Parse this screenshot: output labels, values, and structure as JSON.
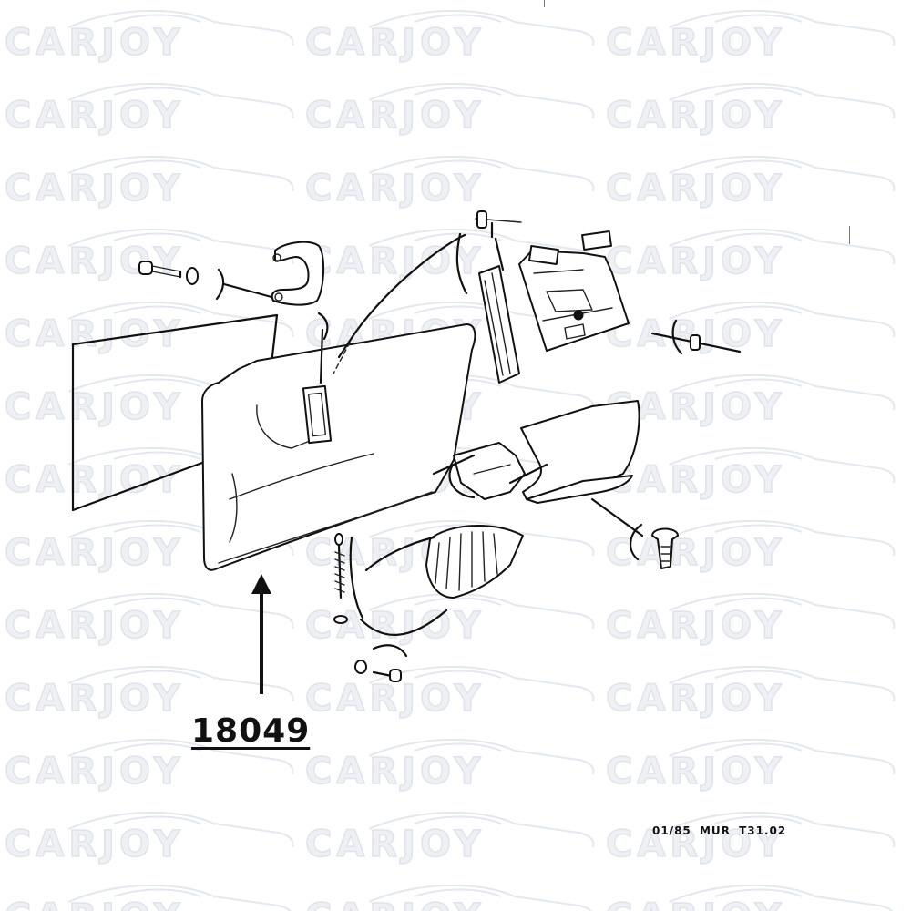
{
  "watermark": {
    "text": "CARJOY"
  },
  "diagram": {
    "part_number": "18049",
    "reference_code": "01/85 MUR T31.02"
  },
  "colors": {
    "ink": "#111111",
    "watermark": "#e3e7ee",
    "background": "#ffffff"
  },
  "icons": [
    "arrow-up-icon",
    "car-silhouette-icon"
  ]
}
